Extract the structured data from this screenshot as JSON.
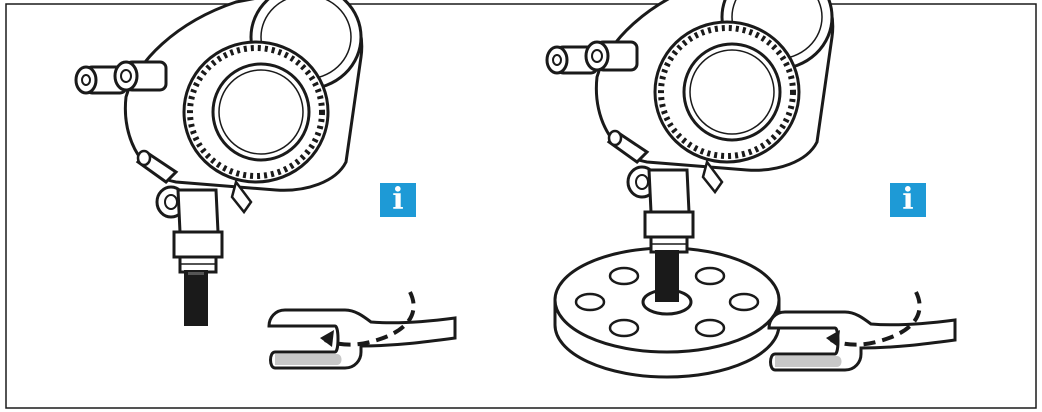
{
  "colors": {
    "stroke": "#1a1a1a",
    "fill_light": "#ffffff",
    "fill_gray": "#c8c8c8",
    "info_badge": "#1e9ad6"
  },
  "icons": {
    "info": "information-icon",
    "wrench": "open-end-wrench-icon",
    "rotation": "rotation-arrow-icon"
  },
  "info_glyph": "i",
  "panels": [
    {
      "name": "threaded-connection"
    },
    {
      "name": "flange-connection"
    }
  ]
}
